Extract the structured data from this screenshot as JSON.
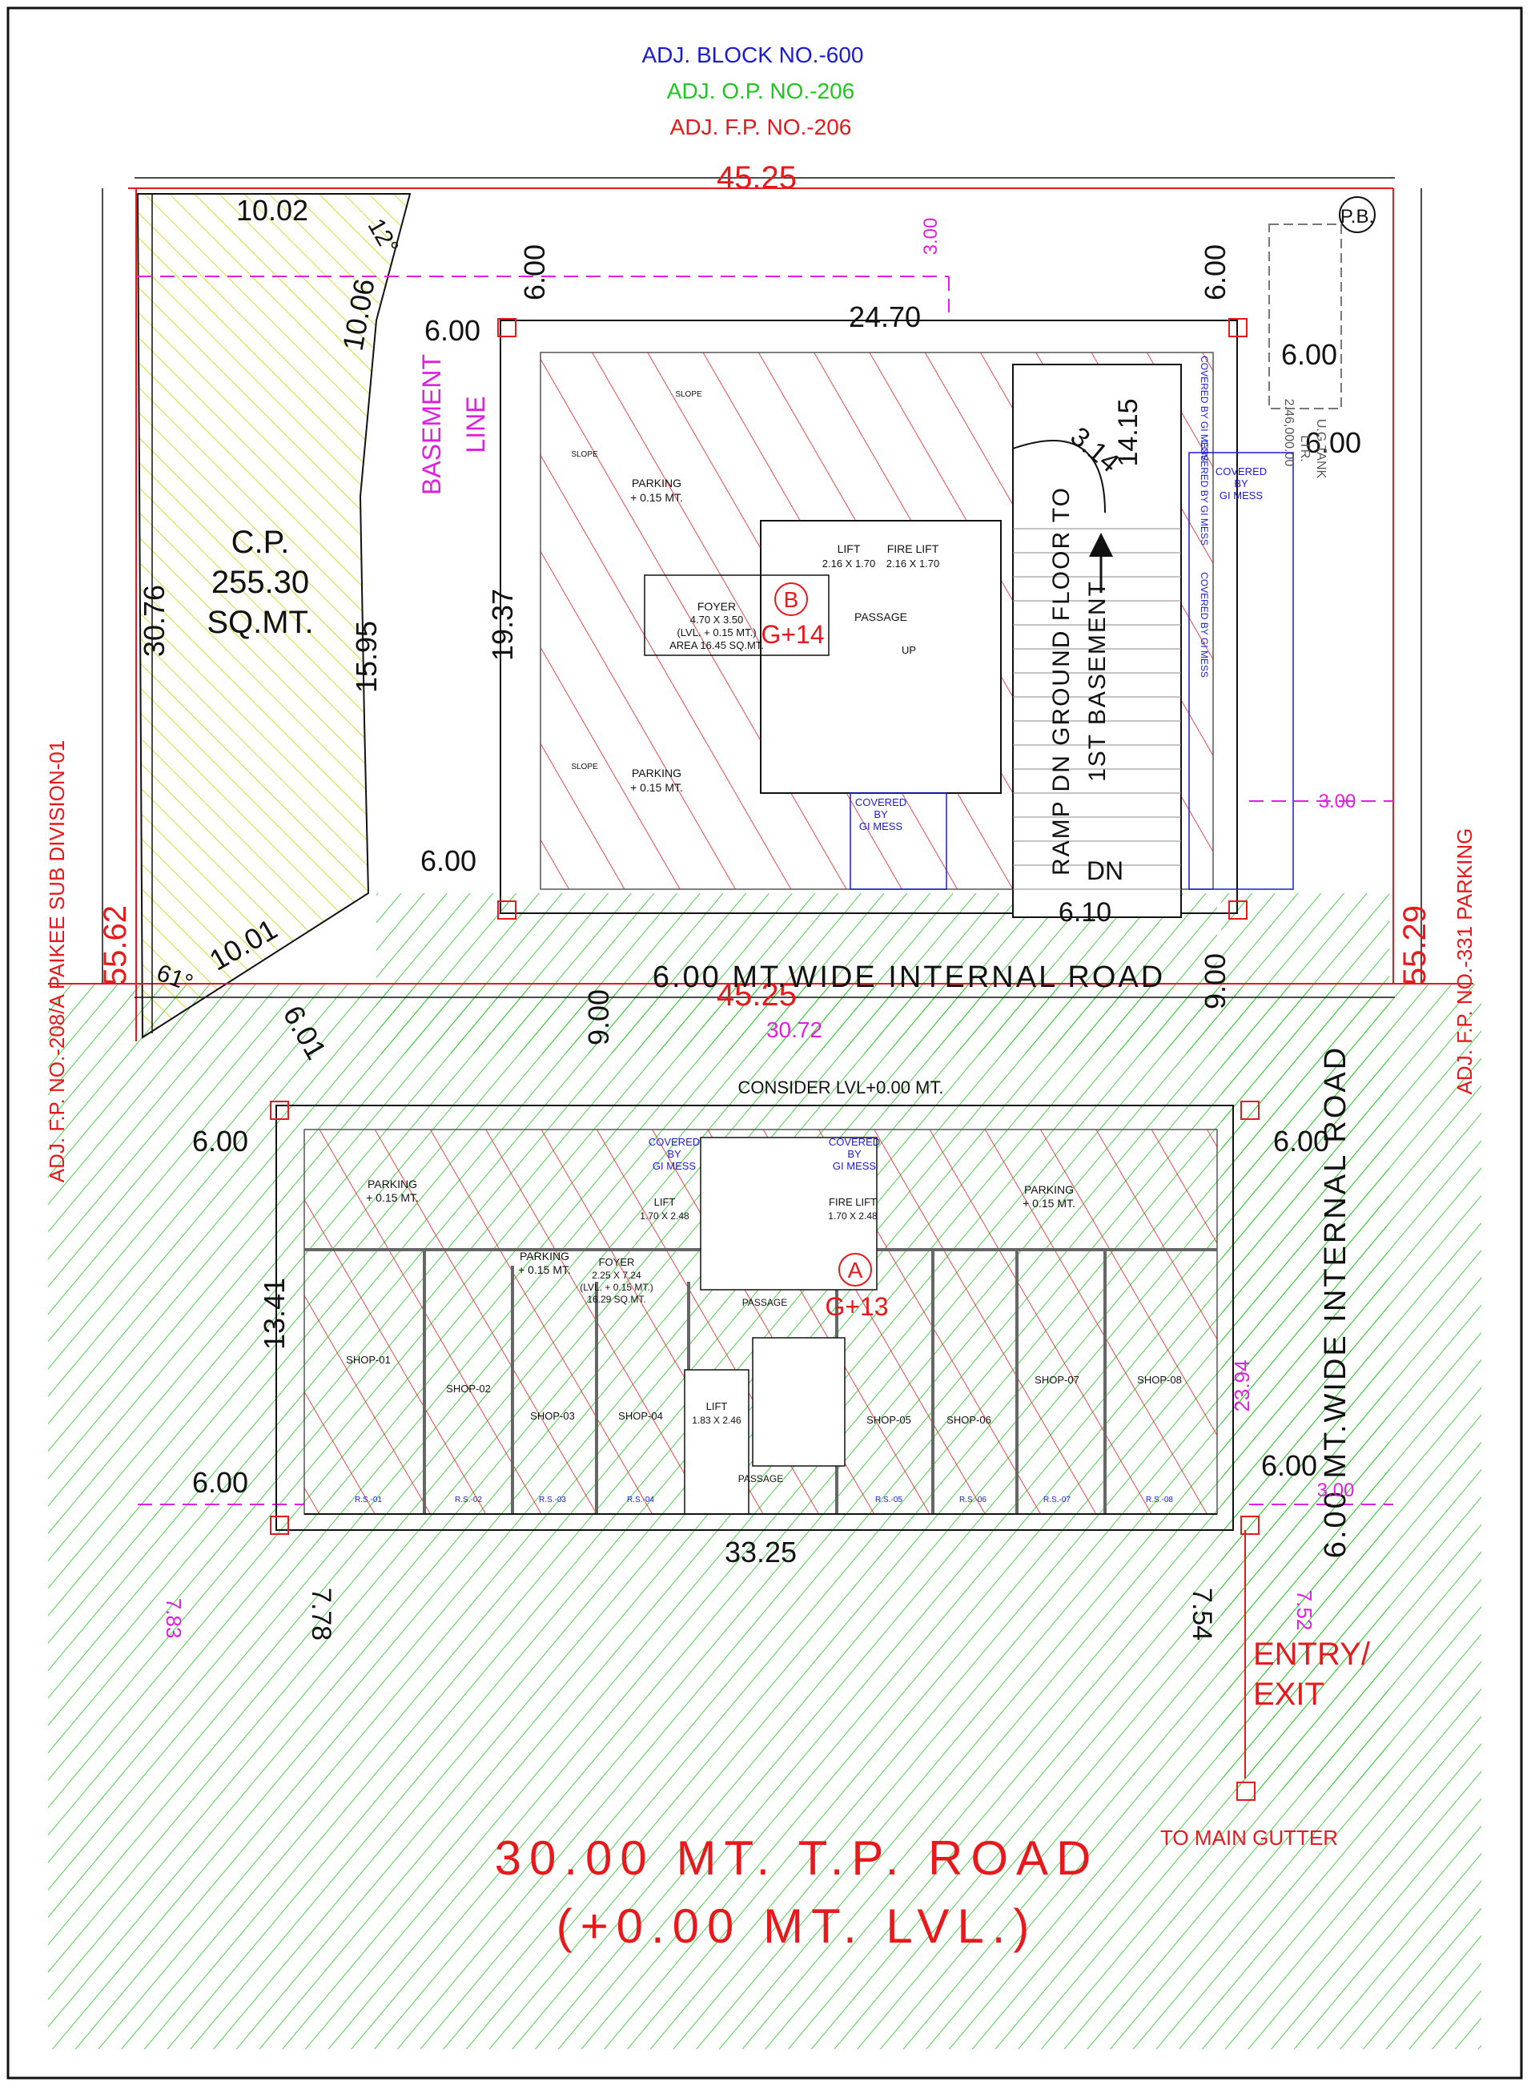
{
  "header": {
    "adj_block": "ADJ. BLOCK NO.-600",
    "adj_op": "ADJ. O.P. NO.-206",
    "adj_fp": "ADJ. F.P. NO.-206"
  },
  "side_labels": {
    "left": "ADJ. F.P. NO.-208/A PAIKEE SUB DIVISION-01",
    "right": "ADJ. F.P. NO.-331 PARKING"
  },
  "dimensions": {
    "top_width": "45.25",
    "bottom_width": "45.25",
    "left_height": "55.62",
    "right_height": "55.29",
    "cp_top": "10.02",
    "cp_angle_top": "12°",
    "cp_left": "30.76",
    "cp_inner_top": "10.06",
    "cp_inner": "15.95",
    "cp_bottom": "10.01",
    "cp_angle_bottom": "61°",
    "cp_diag": "6.01",
    "b_setback_top_left": "6.00",
    "b_setback_top_right": "6.00",
    "b_width": "24.70",
    "b_left_margin": "6.00",
    "b_right_margin": "6.00",
    "b_height": "19.37",
    "b_bottom_left": "6.00",
    "b_right_lower": "6.00",
    "ramp_width": "3.14",
    "ramp_length": "14.15",
    "ramp_bottom": "6.10",
    "road_left": "9.00",
    "road_right": "9.00",
    "road_mid": "30.72",
    "a_left_top": "6.00",
    "a_right_top": "6.00",
    "a_height": "13.41",
    "a_left_bottom": "6.00",
    "a_right_bottom": "6.00",
    "a_width": "33.25",
    "front_left": "7.78",
    "front_left_far": "7.83",
    "front_right": "7.54",
    "front_right_far": "7.52",
    "road_side_length": "23.94",
    "top_offset": "3.00",
    "right_offset": "3.00",
    "right_offset_lower": "3.00"
  },
  "labels": {
    "pb": "P.B.",
    "basement_line_1": "BASEMENT",
    "basement_line_2": "LINE",
    "cp_1": "C.P.",
    "cp_2": "255.30",
    "cp_3": "SQ.MT.",
    "ramp_1": "RAMP DN GROUND FLOOR TO",
    "ramp_2": "1ST BASEMENT",
    "dn": "DN",
    "ug_tank_1": "2.46,000.00",
    "ug_tank_2": "LTR.",
    "ug_tank_3": "U.G.TANK",
    "internal_road": "6.00 MT.WIDE INTERNAL ROAD",
    "internal_road_vertical": "6.00 MT.WIDE INTERNAL ROAD",
    "consider_lvl": "CONSIDER LVL+0.00 MT.",
    "entry_1": "ENTRY/",
    "entry_2": "EXIT",
    "main_gutter": "TO MAIN GUTTER",
    "tp_road_1": "30.00 MT. T.P. ROAD",
    "tp_road_2": "(+0.00 MT. LVL.)"
  },
  "block_b": {
    "letter": "B",
    "floors": "G+14",
    "parking_1": "PARKING",
    "parking_1b": "+ 0.15 MT.",
    "parking_2": "PARKING",
    "parking_2b": "+ 0.15 MT.",
    "lift": "LIFT",
    "lift_size": "2.16 X 1.70",
    "fire_lift": "FIRE LIFT",
    "fire_lift_size": "2.16 X 1.70",
    "foyer": "FOYER",
    "foyer_size": "4.70 X 3.50",
    "foyer_lvl": "(LVL. + 0.15 MT.)",
    "foyer_area": "AREA 16.45 SQ.MT.",
    "passage": "PASSAGE",
    "up": "UP",
    "covered": "COVERED",
    "by": "BY",
    "gi_mess": "GI MESS",
    "covered_by_gi_mess": "COVERED BY GI MESS",
    "slope": "SLOPE"
  },
  "block_a": {
    "letter": "A",
    "floors": "G+13",
    "parking_1": "PARKING",
    "parking_1b": "+ 0.15 MT.",
    "parking_2": "PARKING",
    "parking_2b": "+ 0.15 MT.",
    "parking_3": "PARKING",
    "parking_3b": "+ 0.15 MT.",
    "foyer": "FOYER",
    "foyer_size": "2.25 X 7.24",
    "foyer_lvl": "(LVL. + 0.15 MT.)",
    "foyer_area": "16.29 SQ.MT.",
    "lift": "LIFT",
    "lift_size": "1.70 X 2.48",
    "fire_lift": "FIRE LIFT",
    "fire_lift_size": "1.70 X 2.48",
    "lift2": "LIFT",
    "lift2_size": "1.83 X 2.46",
    "passage": "PASSAGE",
    "covered": "COVERED",
    "by": "BY",
    "gi_mess": "GI MESS",
    "shops": [
      "SHOP-01",
      "SHOP-02",
      "SHOP-03",
      "SHOP-04",
      "SHOP-05",
      "SHOP-06",
      "SHOP-07",
      "SHOP-08"
    ],
    "rs": [
      "R.S.-01",
      "R.S.-02",
      "R.S.-03",
      "R.S.-04",
      "R.S.-05",
      "R.S.-06",
      "R.S.-07",
      "R.S.-08"
    ]
  },
  "colors": {
    "red": "#e8191c",
    "green": "#1ec81e",
    "blue": "#1b1bd6",
    "magenta": "#e020e0",
    "yellow": "#e8e200",
    "black": "#111111"
  }
}
